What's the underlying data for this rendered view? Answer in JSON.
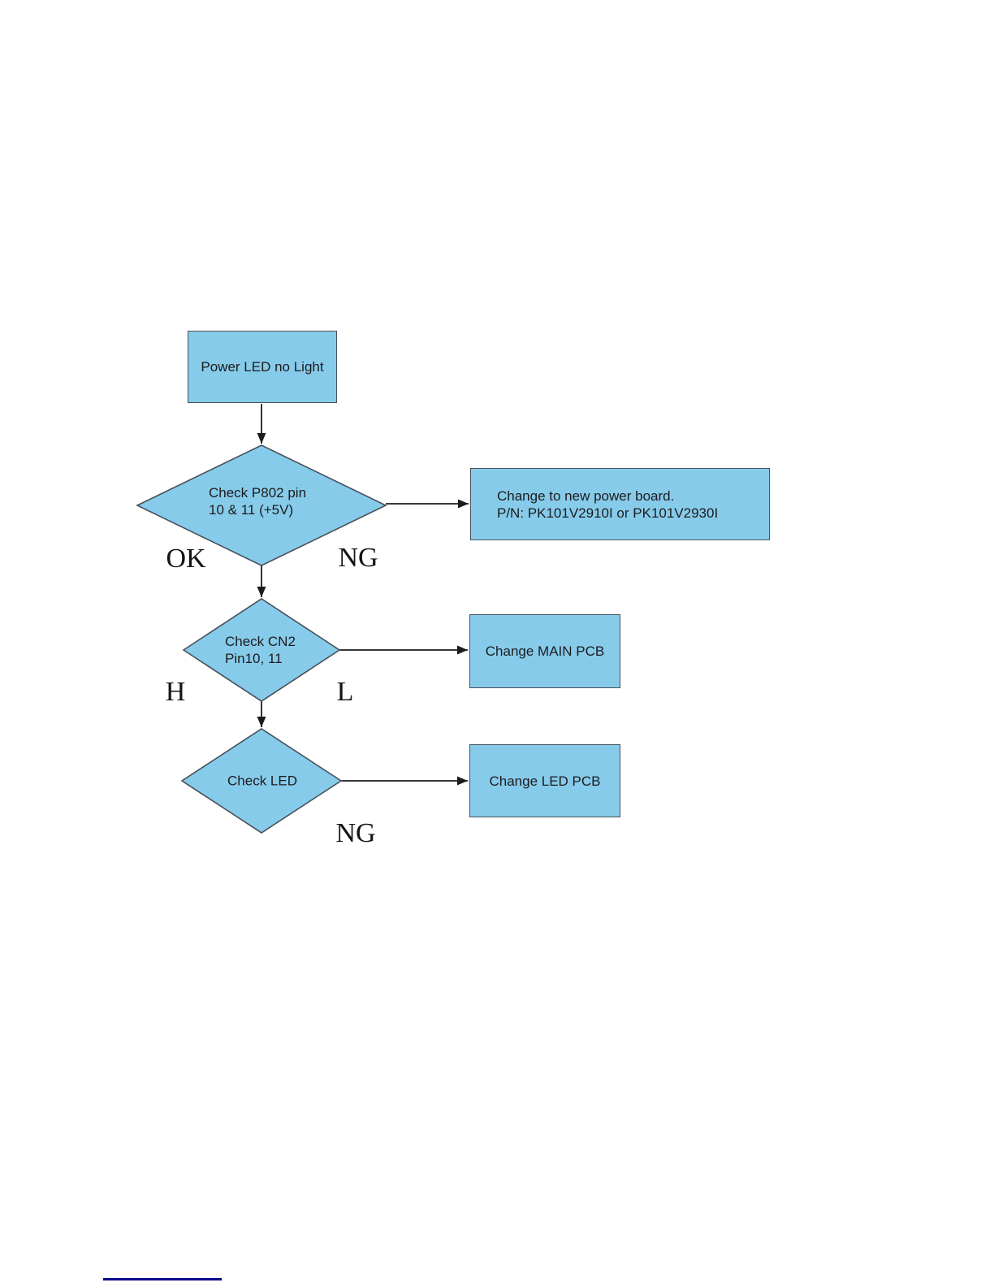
{
  "flowchart": {
    "nodes": {
      "start": {
        "label": "Power LED no Light"
      },
      "check_p802": {
        "line1": "Check P802 pin",
        "line2": "10 & 11 (+5V)"
      },
      "change_power_board": {
        "line1": "Change to new power board.",
        "line2": "P/N: PK101V2910I or PK101V2930I"
      },
      "check_cn2": {
        "line1": "Check CN2",
        "line2": "Pin10, 11"
      },
      "change_main_pcb": {
        "label": "Change MAIN PCB"
      },
      "check_led": {
        "label": "Check LED"
      },
      "change_led_pcb": {
        "label": "Change LED PCB"
      }
    },
    "edge_labels": {
      "ok": "OK",
      "ng_top": "NG",
      "h": "H",
      "l": "L",
      "ng_bottom": "NG"
    },
    "colors": {
      "node_fill": "#87cbeb",
      "node_border": "#47505a",
      "arrow": "#1c1c1c",
      "link_line": "#0b0b8f",
      "text": "#1c1c1c"
    }
  }
}
